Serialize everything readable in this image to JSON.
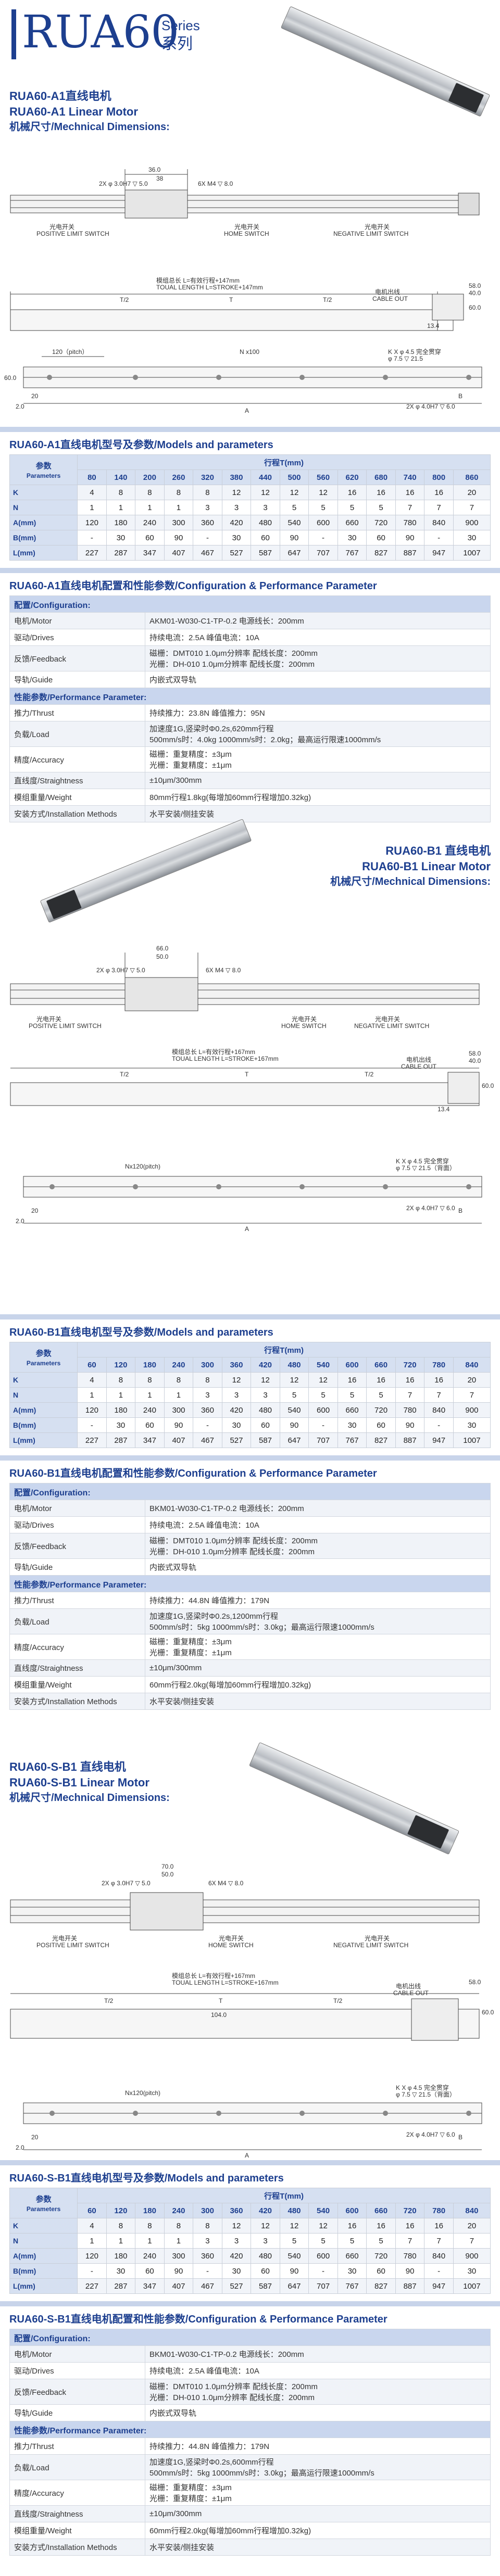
{
  "header": {
    "model": "RUA60",
    "series_en": "Series",
    "series_cn": "系列"
  },
  "colors": {
    "brand": "#1d3f8f",
    "band": "#c9d6ee",
    "rule": "#c8d4ea"
  },
  "a1": {
    "title_cn": "RUA60-A1直线电机",
    "title_en": "RUA60-A1 Linear Motor",
    "dims": "机械尺寸/Mechnical Dimensions:",
    "labels": {
      "l1": "2X φ 3.0H7 ▽ 5.0",
      "l2": "36.0",
      "l3": "6X M4 ▽ 8.0",
      "l4": "38",
      "l5": "光电开关",
      "l6": "POSITIVE LIMIT SWITCH",
      "l7": "光电开关",
      "l8": "HOME SWITCH",
      "l9": "光电开关",
      "l10": "NEGATIVE LIMIT SWITCH",
      "l11": "模组总长 L=有效行程+147mm",
      "l12": "TOUAL LENGTH L=STROKE+147mm",
      "l13": "T/2",
      "l14": "T",
      "l15": "T/2",
      "l16": "电机出线",
      "l17": "CABLE OUT",
      "l18": "58.0",
      "l19": "40.0",
      "l20": "60.0",
      "l21": "13.4",
      "l22": "N x100",
      "l23": "120（pitch）",
      "l24": "K X φ 4.5 完全贯穿",
      "l25": "φ 7.5 ▽ 21.5",
      "l26": "2X φ 4.0H7 ▽ 6.0",
      "l27": "A",
      "l28": "20",
      "l29": "2.0",
      "l30": "B",
      "l31": "60.0"
    },
    "models_title": "RUA60-A1直线电机型号及参数/Models and parameters",
    "cfg_title": "RUA60-A1直线电机配置和性能参数/Configuration & Performance Parameter"
  },
  "b1": {
    "title_cn": "RUA60-B1 直线电机",
    "title_en": "RUA60-B1 Linear Motor",
    "dims": "机械尺寸/Mechnical Dimensions:",
    "labels": {
      "l1": "2X φ 3.0H7 ▽ 5.0",
      "l2": "66.0",
      "l3": "50.0",
      "l4": "6X M4 ▽ 8.0",
      "l5": "光电开关",
      "l6": "POSITIVE LIMIT SWITCH",
      "l7": "光电开关",
      "l8": "HOME SWITCH",
      "l9": "光电开关",
      "l10": "NEGATIVE LIMIT SWITCH",
      "l11": "模组总长 L=有效行程+167mm",
      "l12": "TOUAL LENGTH L=STROKE+167mm",
      "l13": "T/2",
      "l14": "T",
      "l15": "T/2",
      "l16": "电机出线",
      "l17": "CABLE OUT",
      "l18": "58.0",
      "l19": "40.0",
      "l20": "60.0",
      "l21": "13.4",
      "l22": "Nx120(pitch)",
      "l23": "K X φ 4.5 完全贯穿",
      "l24": "φ 7.5 ▽ 21.5（背面）",
      "l25": "2X φ 4.0H7 ▽ 6.0",
      "l26": "A",
      "l27": "20",
      "l28": "2.0",
      "l29": "B"
    },
    "models_title": "RUA60-B1直线电机型号及参数/Models and parameters",
    "cfg_title": "RUA60-B1直线电机配置和性能参数/Configuration & Performance Parameter"
  },
  "s": {
    "title_cn": "RUA60-S-B1 直线电机",
    "title_en": "RUA60-S-B1 Linear Motor",
    "dims": "机械尺寸/Mechnical Dimensions:",
    "labels": {
      "l1": "2X φ 3.0H7 ▽ 5.0",
      "l2": "70.0",
      "l3": "6X M4 ▽ 8.0",
      "l4": "50.0",
      "l5": "光电开关",
      "l6": "POSITIVE LIMIT SWITCH",
      "l7": "光电开关",
      "l8": "HOME SWITCH",
      "l9": "光电开关",
      "l10": "NEGATIVE LIMIT SWITCH",
      "l11": "模组总长 L=有效行程+167mm",
      "l12": "TOUAL LENGTH L=STROKE+167mm",
      "l13": "T/2",
      "l14": "T",
      "l15": "T/2",
      "l16": "104.0",
      "l17": "电机出线",
      "l18": "CABLE OUT",
      "l19": "58.0",
      "l20": "60.0",
      "l21": "Nx120(pitch)",
      "l22": "K X φ 4.5 完全贯穿",
      "l23": "φ 7.5 ▽ 21.5（背面）",
      "l24": "2X φ 4.0H7 ▽ 6.0",
      "l25": "A",
      "l26": "20",
      "l27": "2.0",
      "l28": "B"
    },
    "models_title": "RUA60-S-B1直线电机型号及参数/Models and parameters",
    "cfg_title": "RUA60-S-B1直线电机配置和性能参数/Configuration & Performance Parameter"
  },
  "tables": {
    "head_param": "参数",
    "head_params_en": "Parameters",
    "head_stroke": "行程T(mm)",
    "a1": {
      "strokes": [
        "80",
        "140",
        "200",
        "260",
        "320",
        "380",
        "440",
        "500",
        "560",
        "620",
        "680",
        "740",
        "800",
        "860"
      ],
      "rows": [
        {
          "k": "K",
          "v": [
            "4",
            "8",
            "8",
            "8",
            "8",
            "12",
            "12",
            "12",
            "12",
            "16",
            "16",
            "16",
            "16",
            "20"
          ]
        },
        {
          "k": "N",
          "v": [
            "1",
            "1",
            "1",
            "1",
            "3",
            "3",
            "3",
            "5",
            "5",
            "5",
            "5",
            "7",
            "7",
            "7"
          ]
        },
        {
          "k": "A(mm)",
          "v": [
            "120",
            "180",
            "240",
            "300",
            "360",
            "420",
            "480",
            "540",
            "600",
            "660",
            "720",
            "780",
            "840",
            "900"
          ]
        },
        {
          "k": "B(mm)",
          "v": [
            "-",
            "30",
            "60",
            "90",
            "-",
            "30",
            "60",
            "90",
            "-",
            "30",
            "60",
            "90",
            "-",
            "30"
          ]
        },
        {
          "k": "L(mm)",
          "v": [
            "227",
            "287",
            "347",
            "407",
            "467",
            "527",
            "587",
            "647",
            "707",
            "767",
            "827",
            "887",
            "947",
            "1007"
          ]
        }
      ]
    },
    "b1": {
      "strokes": [
        "60",
        "120",
        "180",
        "240",
        "300",
        "360",
        "420",
        "480",
        "540",
        "600",
        "660",
        "720",
        "780",
        "840"
      ],
      "rows": [
        {
          "k": "K",
          "v": [
            "4",
            "8",
            "8",
            "8",
            "8",
            "12",
            "12",
            "12",
            "12",
            "16",
            "16",
            "16",
            "16",
            "20"
          ]
        },
        {
          "k": "N",
          "v": [
            "1",
            "1",
            "1",
            "1",
            "3",
            "3",
            "3",
            "5",
            "5",
            "5",
            "5",
            "7",
            "7",
            "7"
          ]
        },
        {
          "k": "A(mm)",
          "v": [
            "120",
            "180",
            "240",
            "300",
            "360",
            "420",
            "480",
            "540",
            "600",
            "660",
            "720",
            "780",
            "840",
            "900"
          ]
        },
        {
          "k": "B(mm)",
          "v": [
            "-",
            "30",
            "60",
            "90",
            "-",
            "30",
            "60",
            "90",
            "-",
            "30",
            "60",
            "90",
            "-",
            "30"
          ]
        },
        {
          "k": "L(mm)",
          "v": [
            "227",
            "287",
            "347",
            "407",
            "467",
            "527",
            "587",
            "647",
            "707",
            "767",
            "827",
            "887",
            "947",
            "1007"
          ]
        }
      ]
    },
    "s": {
      "strokes": [
        "60",
        "120",
        "180",
        "240",
        "300",
        "360",
        "420",
        "480",
        "540",
        "600",
        "660",
        "720",
        "780",
        "840"
      ],
      "rows": [
        {
          "k": "K",
          "v": [
            "4",
            "8",
            "8",
            "8",
            "8",
            "12",
            "12",
            "12",
            "12",
            "16",
            "16",
            "16",
            "16",
            "20"
          ]
        },
        {
          "k": "N",
          "v": [
            "1",
            "1",
            "1",
            "1",
            "3",
            "3",
            "3",
            "5",
            "5",
            "5",
            "5",
            "7",
            "7",
            "7"
          ]
        },
        {
          "k": "A(mm)",
          "v": [
            "120",
            "180",
            "240",
            "300",
            "360",
            "420",
            "480",
            "540",
            "600",
            "660",
            "720",
            "780",
            "840",
            "900"
          ]
        },
        {
          "k": "B(mm)",
          "v": [
            "-",
            "30",
            "60",
            "90",
            "-",
            "30",
            "60",
            "90",
            "-",
            "30",
            "60",
            "90",
            "-",
            "30"
          ]
        },
        {
          "k": "L(mm)",
          "v": [
            "227",
            "287",
            "347",
            "407",
            "467",
            "527",
            "587",
            "647",
            "707",
            "767",
            "827",
            "887",
            "947",
            "1007"
          ]
        }
      ]
    }
  },
  "cfg": {
    "a1": [
      {
        "band": "配置/Configuration:"
      },
      {
        "k": "电机/Motor",
        "v": "AKM01-W030-C1-TP-0.2  电源线长：200mm"
      },
      {
        "k": "驱动/Drives",
        "v": "持续电流：2.5A    峰值电流：10A"
      },
      {
        "k": "反馈/Feedback",
        "v": "磁栅：DMT010   1.0μm分辨率   配线长度：200mm\n光栅：DH-010    1.0μm分辨率   配线长度：200mm"
      },
      {
        "k": "导轨/Guide",
        "v": "内嵌式双导轨"
      },
      {
        "band": "性能参数/Performance Parameter:"
      },
      {
        "k": "推力/Thrust",
        "v": "持续推力：23.8N     峰值推力：95N"
      },
      {
        "k": "负载/Load",
        "v": "加速度1G,竖梁时Φ0.2s,620mm行程\n500mm/s时：4.0kg    1000mm/s时：2.0kg；最高运行限速1000mm/s"
      },
      {
        "k": "精度/Accuracy",
        "v": "磁栅：重复精度：±3μm\n光栅：重复精度：±1μm"
      },
      {
        "k": "直线度/Straightness",
        "v": "±10μm/300mm"
      },
      {
        "k": "模组重量/Weight",
        "v": "80mm行程1.8kg(每增加60mm行程增加0.32kg)"
      },
      {
        "k": "安装方式/Installation Methods",
        "v": "水平安装/侧挂安装"
      }
    ],
    "b1": [
      {
        "band": "配置/Configuration:"
      },
      {
        "k": "电机/Motor",
        "v": "BKM01-W030-C1-TP-0.2  电源线长：200mm"
      },
      {
        "k": "驱动/Drives",
        "v": "持续电流：2.5A    峰值电流：10A"
      },
      {
        "k": "反馈/Feedback",
        "v": "磁栅：DMT010   1.0μm分辨率   配线长度：200mm\n光栅：DH-010    1.0μm分辨率   配线长度：200mm"
      },
      {
        "k": "导轨/Guide",
        "v": "内嵌式双导轨"
      },
      {
        "band": "性能参数/Performance Parameter:"
      },
      {
        "k": "推力/Thrust",
        "v": "持续推力：44.8N     峰值推力：179N"
      },
      {
        "k": "负载/Load",
        "v": "加速度1G,竖梁时Φ0.2s,1200mm行程\n500mm/s时：5kg    1000mm/s时：3.0kg；最高运行限速1000mm/s"
      },
      {
        "k": "精度/Accuracy",
        "v": "磁栅：重复精度：±3μm\n光栅：重复精度：±1μm"
      },
      {
        "k": "直线度/Straightness",
        "v": "±10μm/300mm"
      },
      {
        "k": "模组重量/Weight",
        "v": "60mm行程2.0kg(每增加60mm行程增加0.32kg)"
      },
      {
        "k": "安装方式/Installation Methods",
        "v": "水平安装/侧挂安装"
      }
    ],
    "s": [
      {
        "band": "配置/Configuration:"
      },
      {
        "k": "电机/Motor",
        "v": "BKM01-W030-C1-TP-0.2  电源线长：200mm"
      },
      {
        "k": "驱动/Drives",
        "v": "持续电流：2.5A    峰值电流：10A"
      },
      {
        "k": "反馈/Feedback",
        "v": "磁栅：DMT010   1.0μm分辨率   配线长度：200mm\n光栅：DH-010    1.0μm分辨率   配线长度：200mm"
      },
      {
        "k": "导轨/Guide",
        "v": "内嵌式双导轨"
      },
      {
        "band": "性能参数/Performance Parameter:"
      },
      {
        "k": "推力/Thrust",
        "v": "持续推力：44.8N     峰值推力：179N"
      },
      {
        "k": "负载/Load",
        "v": "加速度1G,竖梁时Φ0.2s,600mm行程\n500mm/s时：5kg    1000mm/s时：3.0kg；最高运行限速1000mm/s"
      },
      {
        "k": "精度/Accuracy",
        "v": "磁栅：重复精度：±3μm\n光栅：重复精度：±1μm"
      },
      {
        "k": "直线度/Straightness",
        "v": "±10μm/300mm"
      },
      {
        "k": "模组重量/Weight",
        "v": "60mm行程2.0kg(每增加60mm行程增加0.32kg)"
      },
      {
        "k": "安装方式/Installation Methods",
        "v": "水平安装/侧挂安装"
      }
    ]
  }
}
